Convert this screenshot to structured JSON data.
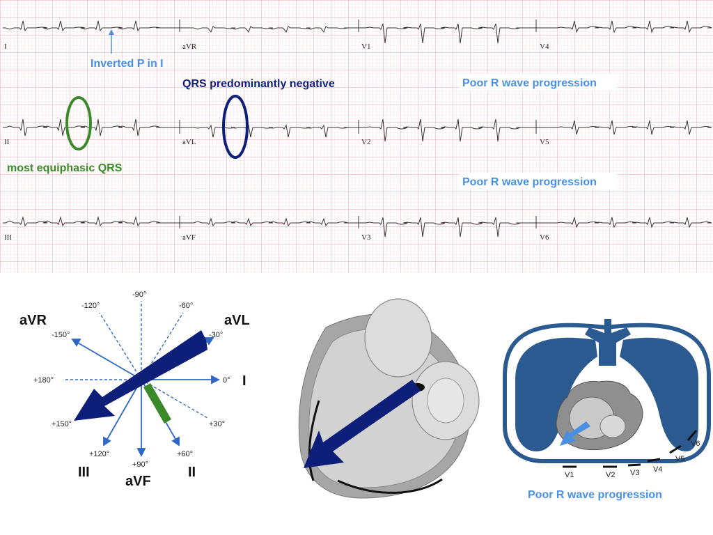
{
  "ecg": {
    "leads": {
      "row1": [
        "I",
        "aVR",
        "V1",
        "V4"
      ],
      "row2": [
        "II",
        "aVL",
        "V2",
        "V5"
      ],
      "row3": [
        "III",
        "aVF",
        "V3",
        "V6"
      ]
    },
    "annotations": {
      "inverted_p": "Inverted P in I",
      "qrs_negative": "QRS predominantly negative",
      "equiphasic": "most equiphasic QRS",
      "poor_r_1": "Poor R wave progression",
      "poor_r_2": "Poor R wave progression"
    },
    "colors": {
      "grid_minor": "#f7cfd3",
      "grid_major": "#ef9ea7",
      "trace": "#333333",
      "green": "#3a8a2a",
      "navy": "#0e1f7a",
      "light_blue": "#4a90e2"
    }
  },
  "hexaxial": {
    "labels": {
      "avr": "aVR",
      "avl": "aVL",
      "i": "I",
      "ii": "II",
      "iii": "III",
      "avf": "aVF"
    },
    "degrees": {
      "m90": "-90°",
      "m120": "-120°",
      "m60": "-60°",
      "m150": "-150°",
      "m30": "-30°",
      "p180": "+180°",
      "z0": "0°",
      "p150": "+150°",
      "p30": "+30°",
      "p120": "+120°",
      "p60": "+60°",
      "p90": "+90°"
    }
  },
  "chest": {
    "leads": [
      "V1",
      "V2",
      "V3",
      "V4",
      "V5",
      "V6"
    ],
    "caption": "Poor R wave progression"
  }
}
